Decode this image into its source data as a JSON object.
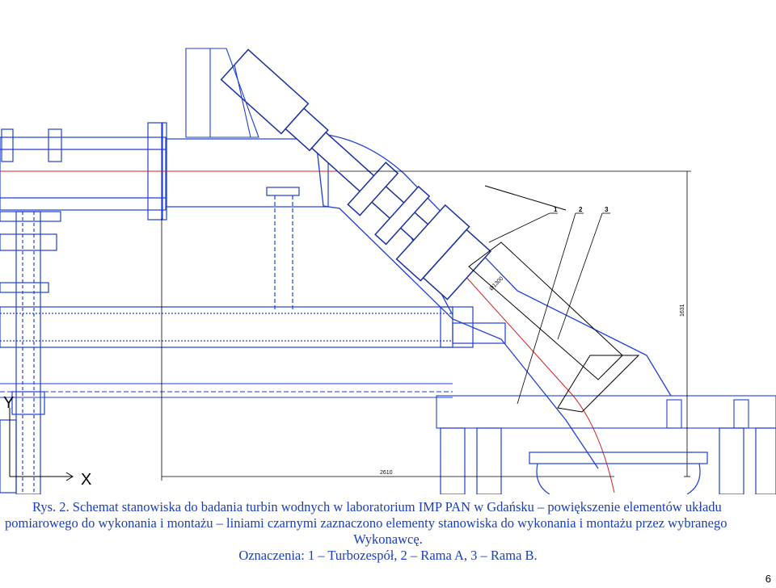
{
  "caption": {
    "line1": "Rys. 2. Schemat stanowiska do badania turbin wodnych w laboratorium IMP PAN w Gdańsku – powiększenie elementów układu",
    "line2": "pomiarowego do wykonania i montażu – liniami czarnymi zaznaczono elementy stanowiska do wykonania i montażu przez wybranego",
    "line3": "Wykonawcę.",
    "line4": "Oznaczenia: 1 – Turbozespół, 2 – Rama A, 3 – Rama B."
  },
  "page_number": "6",
  "drawing": {
    "dimension_horizontal": "2610",
    "dimension_vertical": "1631",
    "dimension_diagonal": "Ø1300",
    "callouts": [
      "1",
      "2",
      "3"
    ],
    "axis_labels": {
      "x": "X",
      "y": "Y"
    },
    "colors": {
      "structure": "#1f3fd6",
      "outline": "#000000",
      "flow": "#d62020",
      "equipment": "#1a2fa0"
    }
  }
}
